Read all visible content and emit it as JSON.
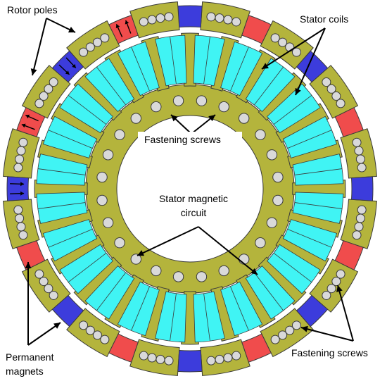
{
  "labels": {
    "rotor_poles": "Rotor poles",
    "stator_coils": "Stator coils",
    "fastening_screws_inner": "Fastening screws",
    "stator_magnetic_circuit_line1": "Stator magnetic",
    "stator_magnetic_circuit_line2": "circuit",
    "permanent_magnets_line1": "Permanent",
    "permanent_magnets_line2": "magnets",
    "fastening_screws_outer": "Fastening screws"
  },
  "colors": {
    "iron": "#b4b43c",
    "coil": "#40f4f4",
    "screw": "#d9d9d9",
    "magnet_red": "#f04c4c",
    "magnet_blue": "#3c3cdc",
    "outline": "#3a3a3a",
    "background": "#ffffff"
  },
  "components": {
    "stator_slots": 24,
    "stator_screws": 24,
    "rotor_segments": 16,
    "rotor_screws_per_segment": 4
  }
}
